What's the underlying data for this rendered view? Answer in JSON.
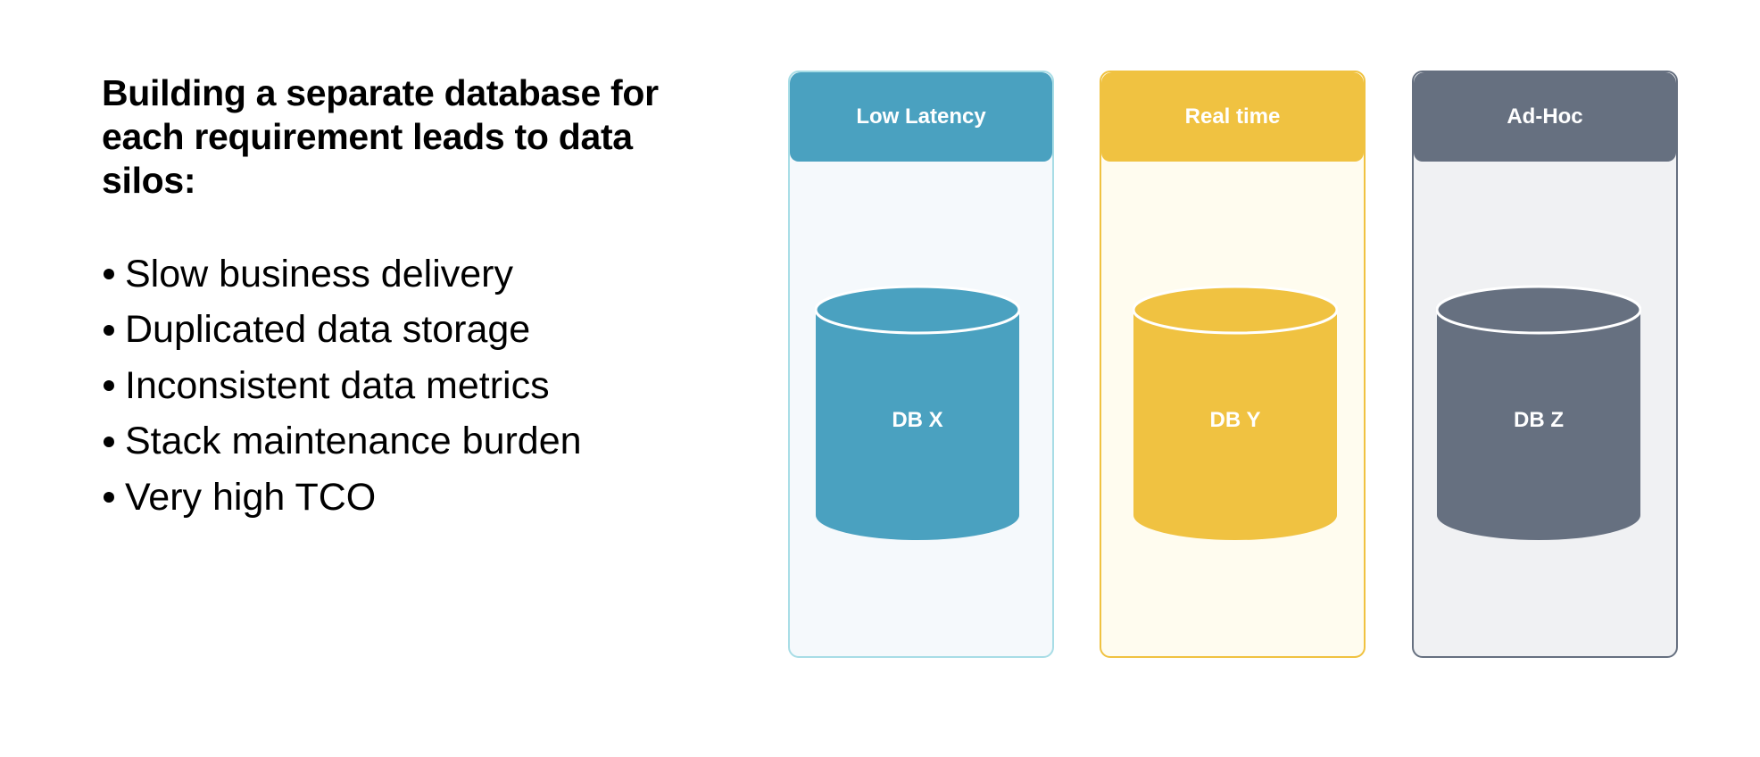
{
  "headline": "Building a separate database for each requirement leads to data silos:",
  "bullets": [
    "Slow business delivery",
    "Duplicated data storage",
    "Inconsistent data metrics",
    "Stack maintenance burden",
    "Very high TCO"
  ],
  "panels": [
    {
      "header": "Low Latency",
      "database": "DB X",
      "accent_color": "#4aa1c0",
      "background_color": "#f5f9fc",
      "border_color": "#a8dde6"
    },
    {
      "header": "Real time",
      "database": "DB Y",
      "accent_color": "#f0c241",
      "background_color": "#fffcef",
      "border_color": "#f0c241"
    },
    {
      "header": "Ad-Hoc",
      "database": "DB Z",
      "accent_color": "#667080",
      "background_color": "#f0f1f3",
      "border_color": "#667080"
    }
  ]
}
